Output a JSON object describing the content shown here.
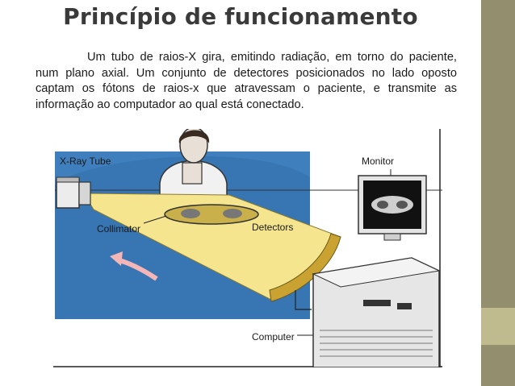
{
  "slide": {
    "title": "Princípio de funcionamento",
    "body": "Um tubo de raios-X gira, emitindo radiação, em torno do paciente, num plano axial. Um conjunto de detectores posicionados no lado oposto captam os fótons de raios-x que atravessam o paciente, e transmite as  informação ao computador ao qual está conectado."
  },
  "figure": {
    "labels": {
      "xray_tube": "X-Ray Tube",
      "monitor": "Monitor",
      "collimator": "Collimator",
      "detectors": "Detectors",
      "computer": "Computer"
    }
  },
  "colors": {
    "sidebar": "#938e6d",
    "sidebar_accent": "#c0bb8f",
    "figure_background": "#3f7fbd",
    "beam": "#f4e58e",
    "detectors": "#c9a232"
  }
}
